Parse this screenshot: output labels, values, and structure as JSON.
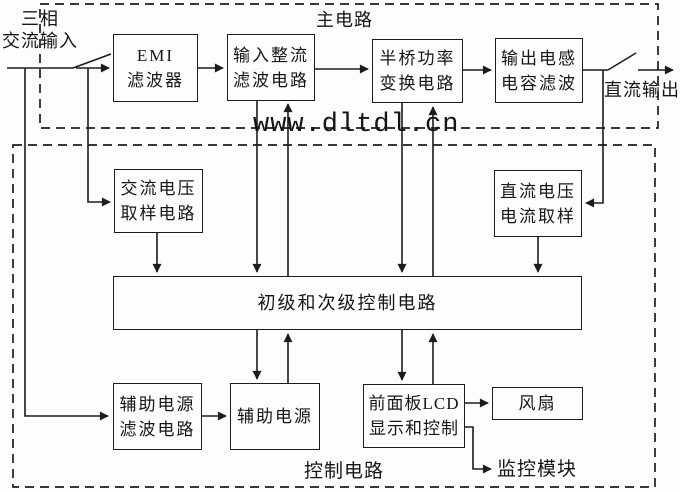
{
  "diagram": {
    "title_main_region": "主电路",
    "title_control_region": "控制电路",
    "input_label": {
      "line1": "三相",
      "line2": "交流输入"
    },
    "output_label": "直流输出",
    "watermark": "www.dltdl.cn",
    "monitor_label": "监控模块",
    "blocks": {
      "emi": {
        "line1": "EMI",
        "line2": "滤波器"
      },
      "input_rectifier": {
        "line1": "输入整流",
        "line2": "滤波电路"
      },
      "half_bridge": {
        "line1": "半桥功率",
        "line2": "变换电路"
      },
      "output_filter": {
        "line1": "输出电感",
        "line2": "电容滤波"
      },
      "ac_sampling": {
        "line1": "交流电压",
        "line2": "取样电路"
      },
      "dc_sampling": {
        "line1": "直流电压",
        "line2": "电流取样"
      },
      "control": {
        "line1": "初级和次级控制电路"
      },
      "aux_filter": {
        "line1": "辅助电源",
        "line2": "滤波电路"
      },
      "aux_power": {
        "line1": "辅助电源"
      },
      "lcd_panel": {
        "line1": "前面板LCD",
        "line2": "显示和控制"
      },
      "fan": {
        "line1": "风扇"
      }
    },
    "colors": {
      "line": "#1c1c1c",
      "background": "#fdfdfc",
      "text": "#161616"
    }
  }
}
